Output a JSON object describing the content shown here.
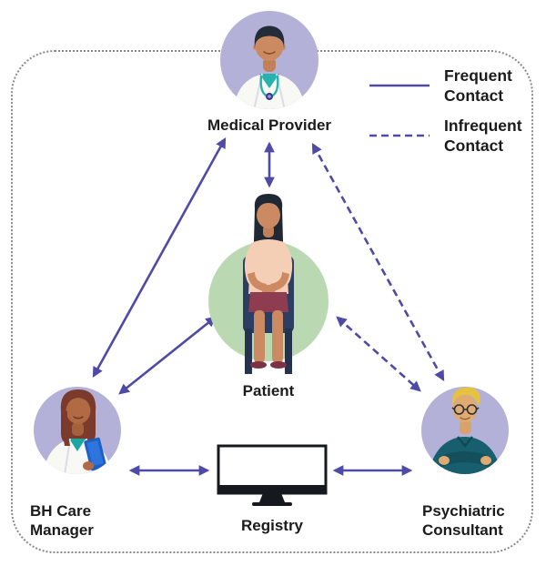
{
  "diagram": {
    "type": "collaborative-care-team-diagram",
    "legend": {
      "frequent": {
        "label": "Frequent Contact",
        "line_style": "solid"
      },
      "infrequent": {
        "label": "Infrequent Contact",
        "line_style": "dashed"
      }
    },
    "nodes": {
      "medical_provider": {
        "label": "Medical Provider",
        "icon": "doctor-avatar"
      },
      "patient": {
        "label": "Patient",
        "icon": "seated-patient-avatar"
      },
      "bh_care_manager": {
        "label": "BH Care Manager",
        "icon": "care-manager-avatar"
      },
      "registry": {
        "label": "Registry",
        "icon": "computer-monitor-icon"
      },
      "psychiatric_consultant": {
        "label": "Psychiatric Consultant",
        "icon": "consultant-avatar"
      }
    },
    "edges": [
      {
        "from": "medical_provider",
        "to": "patient",
        "contact": "frequent",
        "direction": "both"
      },
      {
        "from": "medical_provider",
        "to": "bh_care_manager",
        "contact": "frequent",
        "direction": "both"
      },
      {
        "from": "medical_provider",
        "to": "psychiatric_consultant",
        "contact": "infrequent",
        "direction": "both"
      },
      {
        "from": "patient",
        "to": "bh_care_manager",
        "contact": "frequent",
        "direction": "both"
      },
      {
        "from": "patient",
        "to": "psychiatric_consultant",
        "contact": "infrequent",
        "direction": "both"
      },
      {
        "from": "bh_care_manager",
        "to": "registry",
        "contact": "frequent",
        "direction": "both"
      },
      {
        "from": "registry",
        "to": "psychiatric_consultant",
        "contact": "frequent",
        "direction": "both"
      }
    ],
    "colors": {
      "arrow": "#4e4aa5",
      "avatar_circle": "#b3b1d8",
      "patient_circle": "#bad9b3",
      "label_text": "#1b1b1b",
      "border_dotted": "#8a8a8a"
    }
  }
}
